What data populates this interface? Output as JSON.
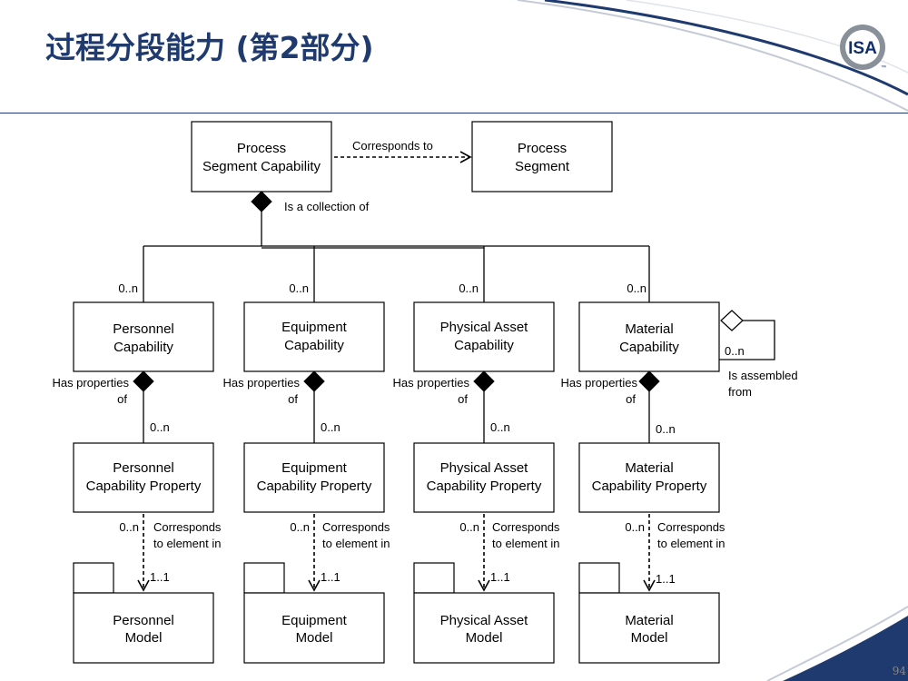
{
  "title": "过程分段能力 (第2部分)",
  "page_number": "94",
  "logo": {
    "text": "ISA",
    "tm": "™",
    "colors": {
      "ring": "#8a9099",
      "circle": "#ffffff",
      "text": "#0f2d6b"
    }
  },
  "colors": {
    "title": "#1f3a6e",
    "swoosh": "#1f3a6e"
  },
  "diagram": {
    "psc_box": {
      "lines": [
        "Process",
        "Segment Capability"
      ]
    },
    "ps_box": {
      "lines": [
        "Process",
        "Segment"
      ]
    },
    "corresponds_to": "Corresponds to",
    "collection_label": "Is a collection of",
    "assembled_label": {
      "lines": [
        "Is assembled",
        "from"
      ],
      "multiplicity": "0..n"
    },
    "columns": [
      {
        "key": "personnel",
        "top_mult": "0..n",
        "capability": [
          "Personnel",
          "Capability"
        ],
        "has_props": [
          "Has properties",
          "of"
        ],
        "prop_mult": "0..n",
        "property": [
          "Personnel",
          "Capability Property"
        ],
        "corr_mult": "0..n",
        "corr_label": [
          "Corresponds",
          "to element in"
        ],
        "model_mult": "1..1",
        "model": [
          "Personnel",
          "Model"
        ]
      },
      {
        "key": "equipment",
        "top_mult": "0..n",
        "capability": [
          "Equipment",
          "Capability"
        ],
        "has_props": [
          "Has properties",
          "of"
        ],
        "prop_mult": "0..n",
        "property": [
          "Equipment",
          "Capability Property"
        ],
        "corr_mult": "0..n",
        "corr_label": [
          "Corresponds",
          "to element in"
        ],
        "model_mult": "1..1",
        "model": [
          "Equipment",
          "Model"
        ]
      },
      {
        "key": "physical-asset",
        "top_mult": "0..n",
        "capability": [
          "Physical Asset",
          "Capability"
        ],
        "has_props": [
          "Has properties",
          "of"
        ],
        "prop_mult": "0..n",
        "property": [
          "Physical Asset",
          "Capability Property"
        ],
        "corr_mult": "0..n",
        "corr_label": [
          "Corresponds",
          "to element in"
        ],
        "model_mult": "1..1",
        "model": [
          "Physical Asset",
          "Model"
        ]
      },
      {
        "key": "material",
        "top_mult": "0..n",
        "capability": [
          "Material",
          "Capability"
        ],
        "has_props": [
          "Has properties",
          "of"
        ],
        "prop_mult": "0..n",
        "property": [
          "Material",
          "Capability Property"
        ],
        "corr_mult": "0..n",
        "corr_label": [
          "Corresponds",
          "to element in"
        ],
        "model_mult": "1..1",
        "model": [
          "Material",
          "Model"
        ]
      }
    ]
  }
}
